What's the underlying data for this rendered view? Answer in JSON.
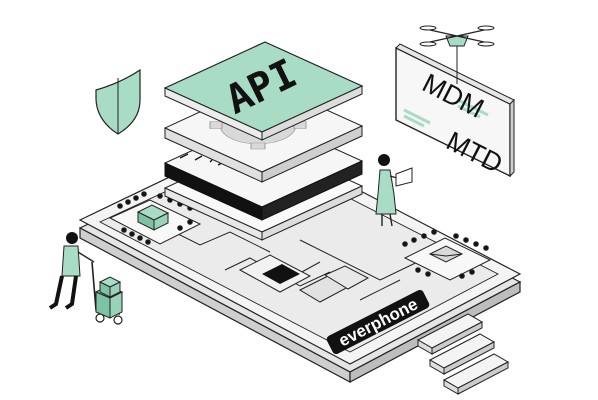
{
  "api_card": {
    "label": "API"
  },
  "sign": {
    "line1": "MDM",
    "line2": "MTD"
  },
  "brand": {
    "name": "everphone"
  },
  "colors": {
    "mint": "#a8dcc4",
    "mint_dark": "#7cc3a4",
    "ink": "#111111",
    "light_gray": "#ececec",
    "mid_gray": "#d9d9d9",
    "outline": "#222222"
  },
  "icons": [
    "shield-icon",
    "gear-icon",
    "drone-icon",
    "envelope-icon",
    "worker-with-cart",
    "woman-with-laptop",
    "box-icon"
  ]
}
